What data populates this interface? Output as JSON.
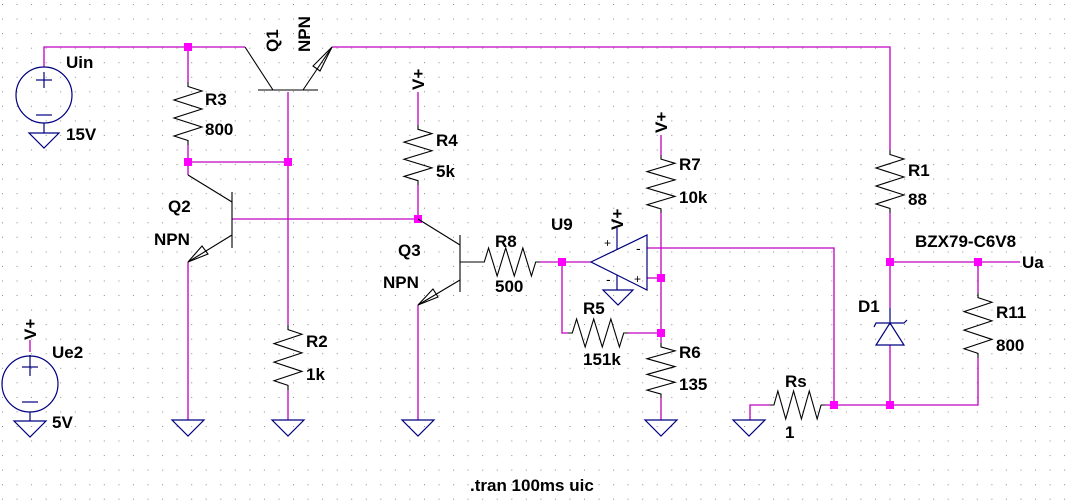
{
  "app": "LTspice schematic",
  "directive": ".tran 100ms uic",
  "colors": {
    "wire": "#c000c0",
    "junction": "#ff00ff",
    "symbol": "#000080",
    "text": "#000000",
    "background": "#ffffff"
  },
  "sources": [
    {
      "name": "Uin",
      "value": "15V"
    },
    {
      "name": "Ue2",
      "value": "5V",
      "net": "V+"
    }
  ],
  "transistors": [
    {
      "name": "Q1",
      "model": "NPN"
    },
    {
      "name": "Q2",
      "model": "NPN"
    },
    {
      "name": "Q3",
      "model": "NPN"
    }
  ],
  "resistors": [
    {
      "name": "R1",
      "value": "88"
    },
    {
      "name": "R2",
      "value": "1k"
    },
    {
      "name": "R3",
      "value": "800"
    },
    {
      "name": "R4",
      "value": "5k"
    },
    {
      "name": "R5",
      "value": "151k"
    },
    {
      "name": "R6",
      "value": "135"
    },
    {
      "name": "R7",
      "value": "10k"
    },
    {
      "name": "R8",
      "value": "500"
    },
    {
      "name": "R11",
      "value": "800"
    },
    {
      "name": "Rs",
      "value": "1"
    }
  ],
  "opamp": {
    "name": "U9",
    "supply": "V+",
    "plus": "+",
    "minus": "-"
  },
  "diode": {
    "name": "D1",
    "model": "BZX79-C6V8"
  },
  "net_labels": {
    "output": "Ua",
    "supply": "V+"
  }
}
